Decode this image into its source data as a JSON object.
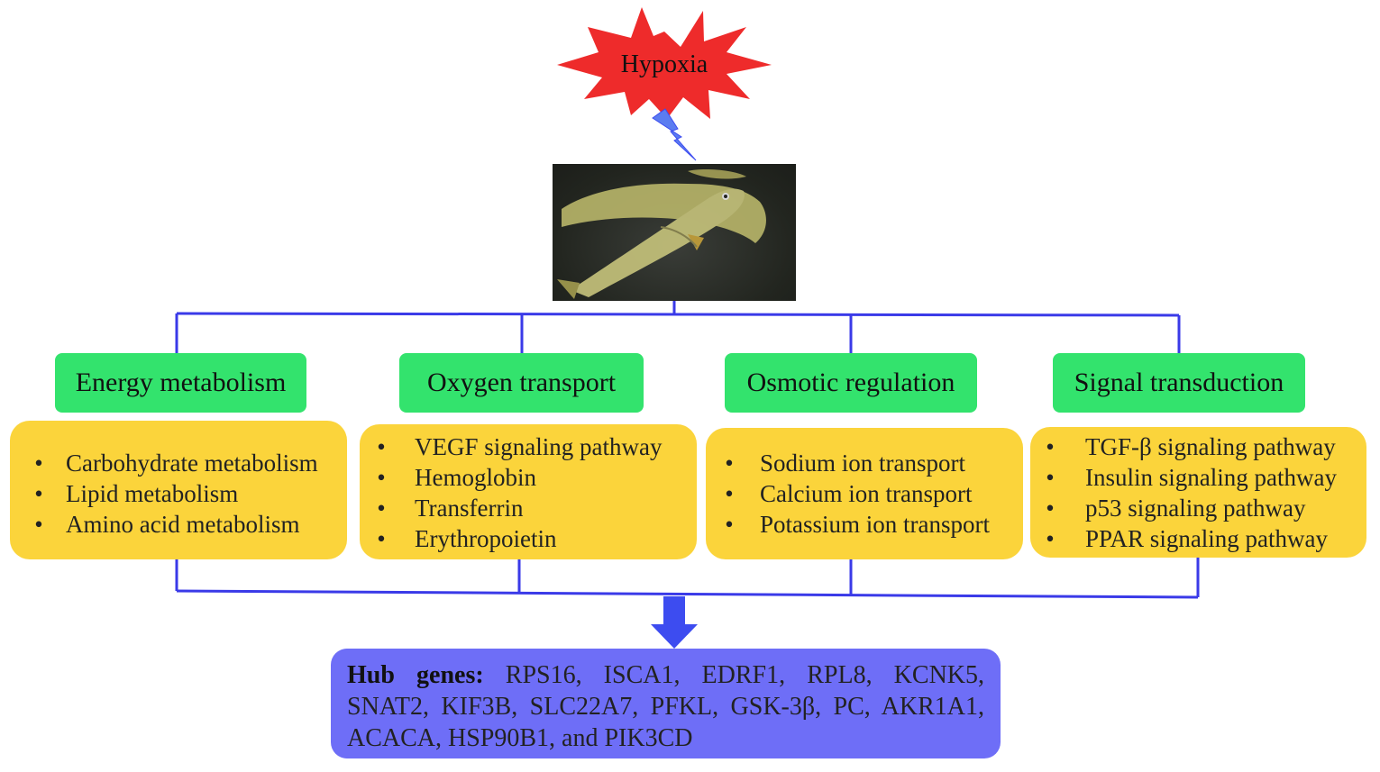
{
  "trigger": {
    "label": "Hypoxia"
  },
  "categories": [
    {
      "title": "Energy metabolism",
      "items": [
        "Carbohydrate metabolism",
        "Lipid metabolism",
        "Amino acid metabolism"
      ]
    },
    {
      "title": "Oxygen transport",
      "items": [
        "VEGF signaling pathway",
        "Hemoglobin",
        "Transferrin",
        "Erythropoietin"
      ]
    },
    {
      "title": "Osmotic regulation",
      "items": [
        "Sodium ion transport",
        "Calcium ion transport",
        "Potassium ion transport"
      ]
    },
    {
      "title": "Signal transduction",
      "items": [
        "TGF-β signaling pathway",
        "Insulin signaling pathway",
        "p53 signaling pathway",
        "PPAR signaling pathway"
      ]
    }
  ],
  "hub_genes": {
    "label": "Hub genes:",
    "line1": "RPS16, ISCA1, EDRF1, RPL8, KCNK5,",
    "line2": "SNAT2, KIF3B, SLC22A7, PFKL, GSK-3β, PC, AKR1A1,",
    "line3": "ACACA, HSP90B1, and PIK3CD"
  },
  "bullet_symbol": "•",
  "colors": {
    "burst": "#ee2b2b",
    "lightning": "#5b7cf0",
    "connector": "#3a3ae8",
    "arrow": "#3d4cf0",
    "category_fill": "#33e36d",
    "item_box_fill": "#fbd43b",
    "hub_fill": "#6e6ef7"
  }
}
